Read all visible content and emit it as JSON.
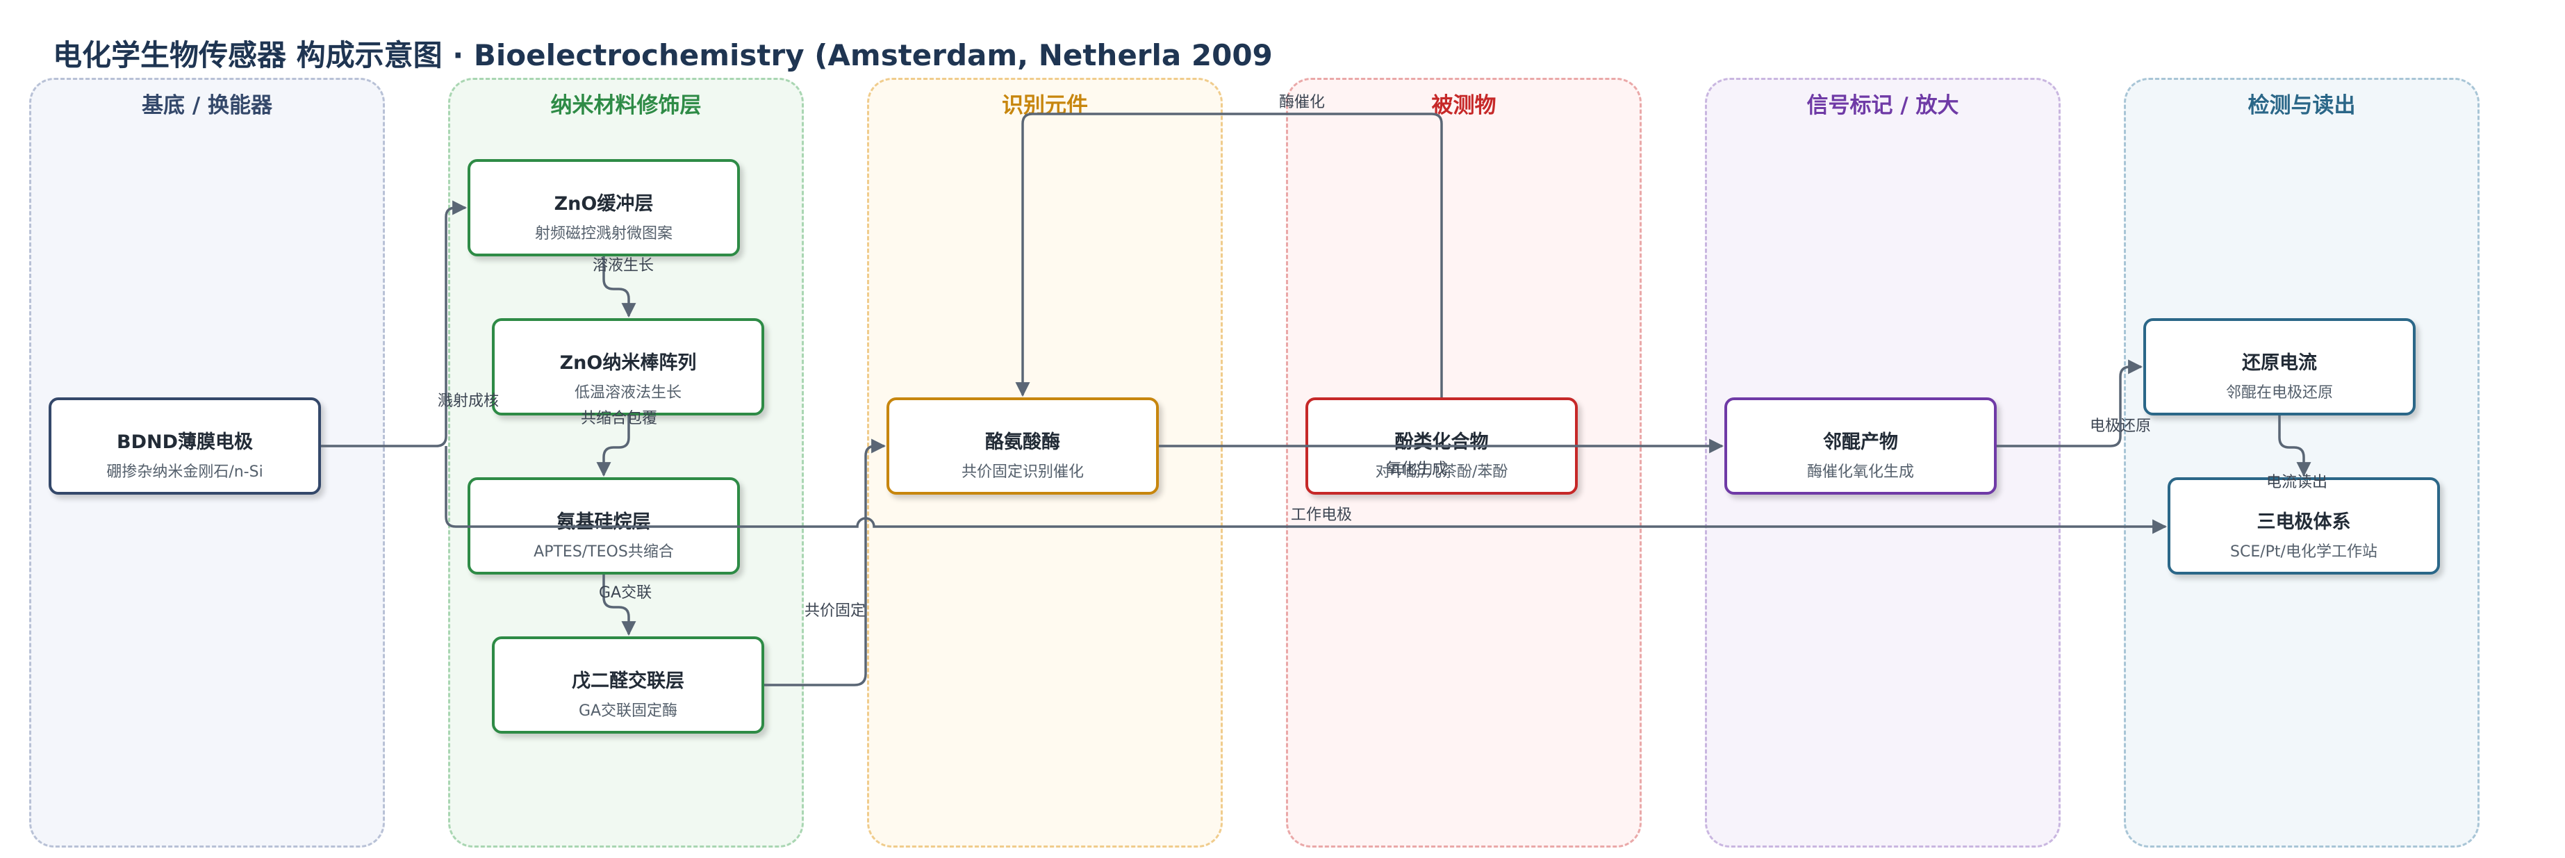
{
  "title": "电化学生物传感器 构成示意图 · Bioelectrochemistry (Amsterdam, Netherla 2009",
  "lanes": [
    {
      "label": "基底 / 换能器",
      "color": "#34486a"
    },
    {
      "label": "纳米材料修饰层",
      "color": "#2e8b46"
    },
    {
      "label": "识别元件",
      "color": "#c7860e"
    },
    {
      "label": "被测物",
      "color": "#c62828"
    },
    {
      "label": "信号标记 / 放大",
      "color": "#6f3aa6"
    },
    {
      "label": "检测与读出",
      "color": "#2b6788"
    }
  ],
  "nodes": {
    "bdnd": {
      "title": "BDND薄膜电极",
      "sub": "硼掺杂纳米金刚石/n-Si"
    },
    "zno_buffer": {
      "title": "ZnO缓冲层",
      "sub": "射频磁控溅射微图案"
    },
    "zno_nanorod": {
      "title": "ZnO纳米棒阵列",
      "sub": "低温溶液法生长"
    },
    "aminosilane": {
      "title": "氨基硅烷层",
      "sub": "APTES/TEOS共缩合"
    },
    "glutaraldehyde": {
      "title": "戊二醛交联层",
      "sub": "GA交联固定酶"
    },
    "tyrosinase": {
      "title": "酪氨酸酶",
      "sub": "共价固定识别催化"
    },
    "phenol": {
      "title": "酚类化合物",
      "sub": "对甲酚/儿茶酚/苯酚"
    },
    "quinone": {
      "title": "邻醌产物",
      "sub": "酶催化氧化生成"
    },
    "reduction_current": {
      "title": "还原电流",
      "sub": "邻醌在电极还原"
    },
    "three_electrode": {
      "title": "三电极体系",
      "sub": "SCE/Pt/电化学工作站"
    }
  },
  "edges": {
    "sputter_nucleation": "溅射成核",
    "solution_growth": "溶液生长",
    "cocondensation_coating": "共缩合包覆",
    "ga_crosslink": "GA交联",
    "covalent_fix": "共价固定",
    "enzyme_catalysis": "酶催化",
    "oxidation": "氧化生成",
    "electrode_reduction": "电极还原",
    "current_readout": "电流读出",
    "working_electrode": "工作电极"
  }
}
